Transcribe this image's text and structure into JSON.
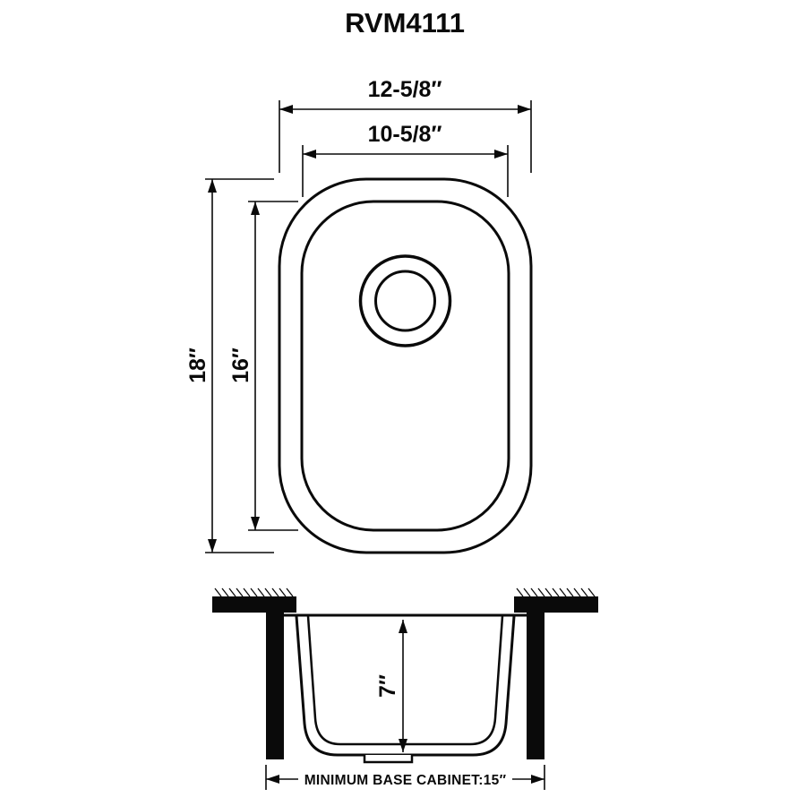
{
  "title": "RVM4111",
  "top_view": {
    "outer_width_label": "12-5/8″",
    "inner_width_label": "10-5/8″",
    "outer_length_label": "18″",
    "inner_length_label": "16″"
  },
  "section_view": {
    "bowl_depth_label": "7″",
    "base_cabinet_label": "MINIMUM BASE CABINET:15″"
  }
}
